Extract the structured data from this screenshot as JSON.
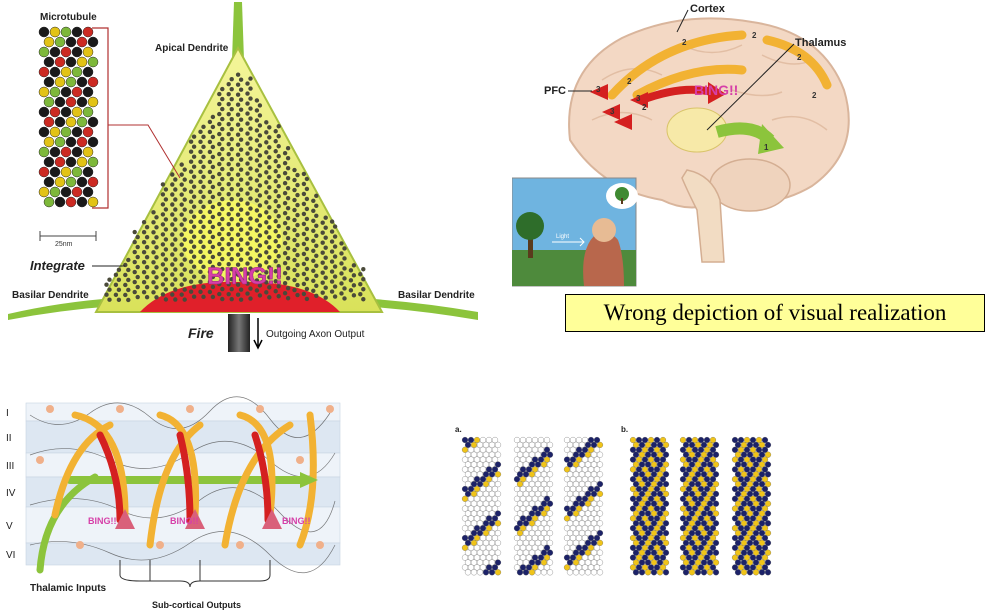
{
  "neuron_panel": {
    "microtubule_label": "Microtubule",
    "scale_label": "25nm",
    "apical_label": "Apical Dendrite",
    "integrate_label": "Integrate",
    "basilar_left_label": "Basilar Dendrite",
    "basilar_right_label": "Basilar Dendrite",
    "bing_label": "BING!!",
    "fire_label": "Fire",
    "axon_label": "Outgoing Axon Output"
  },
  "brain_panel": {
    "cortex_label": "Cortex",
    "thalamus_label": "Thalamus",
    "pfc_label": "PFC",
    "bing_label": "BING!!",
    "light_label": "Light",
    "step_numbers": [
      "1",
      "2",
      "2",
      "2",
      "2",
      "2",
      "2",
      "3",
      "3",
      "3"
    ]
  },
  "caption": {
    "text": "Wrong depiction of visual realization"
  },
  "layers_panel": {
    "layers": [
      "I",
      "II",
      "III",
      "IV",
      "V",
      "VI"
    ],
    "bing_labels": [
      "BING!!",
      "BING!!",
      "BING!!"
    ],
    "thalamic_label": "Thalamic Inputs",
    "subcortical_label": "Sub-cortical Outputs"
  },
  "tubulin_panel": {
    "label_a": "a.",
    "label_b": "b."
  },
  "colors": {
    "neuron_yellow": "#e8ee7a",
    "dendrite_green": "#8cc43c",
    "bing_magenta": "#d63fa8",
    "arrow_red": "#d42020",
    "arrow_orange": "#f2b233",
    "tubulin_navy": "#1c2268",
    "tubulin_yellow": "#f0c419",
    "caption_bg": "#ffff99"
  }
}
